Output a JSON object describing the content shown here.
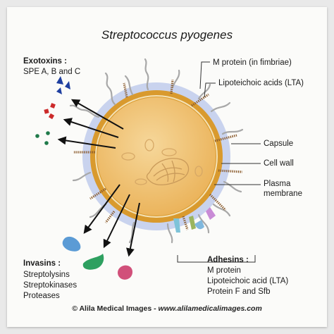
{
  "title": "Streptococcus pyogenes",
  "exotoxins": {
    "heading": "Exotoxins :",
    "line1": "SPE A, B and C"
  },
  "invasins": {
    "heading": "Invasins :",
    "items": [
      "Streptolysins",
      "Streptokinases",
      "Proteases"
    ]
  },
  "adhesins": {
    "heading": "Adhesins :",
    "items": [
      "M protein",
      "Lipoteichoic acid (LTA)",
      "Protein F and Sfb"
    ]
  },
  "structure_labels": {
    "m_protein": "M protein (in fimbriae)",
    "lta": "Lipoteichoic acids (LTA)",
    "capsule": "Capsule",
    "cell_wall": "Cell wall",
    "plasma_membrane_1": "Plasma",
    "plasma_membrane_2": "membrane"
  },
  "footer": {
    "credit": "© Alila Medical Images",
    "separator": "-",
    "url": "www.alilamedicalimages.com"
  },
  "colors": {
    "capsule": "#c9d3ee",
    "cell_wall": "#d99a2e",
    "cytoplasm": "#f0c278",
    "fimbriae": "#a8a8a8",
    "lta": "#8a5a2b",
    "exotoxin_triangle": "#1f3fa0",
    "exotoxin_square": "#cc2a2a",
    "exotoxin_dot": "#1f7a4a",
    "invasin_blue": "#5b9bd5",
    "invasin_green": "#2ea060",
    "invasin_pink": "#d1507a"
  }
}
